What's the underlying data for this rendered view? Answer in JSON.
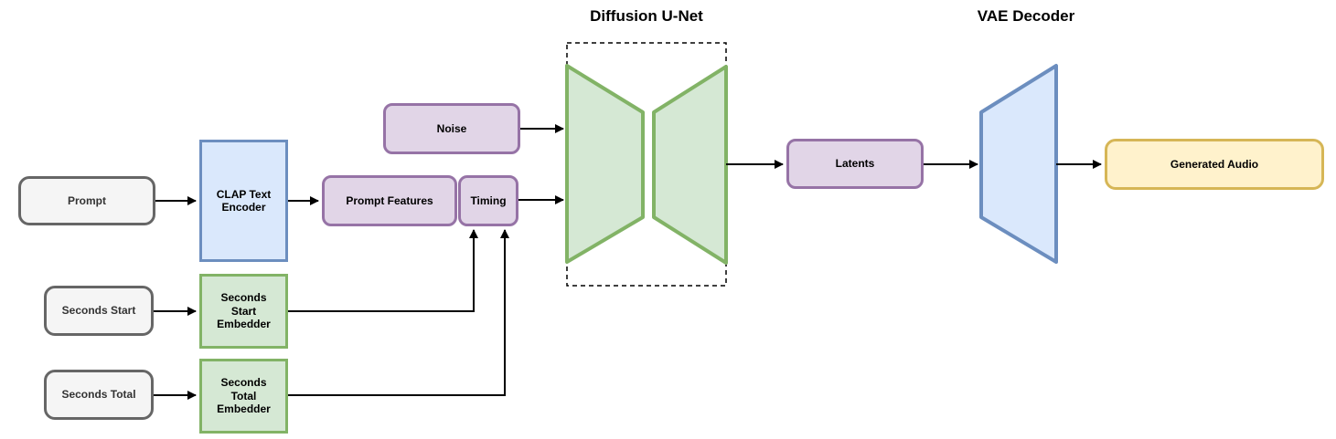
{
  "diagram": {
    "titles": {
      "unet": "Diffusion U-Net",
      "vae": "VAE Decoder"
    },
    "nodes": {
      "prompt": "Prompt",
      "clap": "CLAP Text\nEncoder",
      "noise": "Noise",
      "prompt_features": "Prompt Features",
      "timing": "Timing",
      "latents": "Latents",
      "generated_audio": "Generated Audio",
      "seconds_start": "Seconds Start",
      "seconds_start_embedder": "Seconds\nStart\nEmbedder",
      "seconds_total": "Seconds Total",
      "seconds_total_embedder": "Seconds\nTotal\nEmbedder"
    },
    "edges": [
      {
        "from": "Prompt",
        "to": "CLAP Text Encoder"
      },
      {
        "from": "CLAP Text Encoder",
        "to": "Prompt Features"
      },
      {
        "from": "Noise",
        "to": "Diffusion U-Net"
      },
      {
        "from": "Timing",
        "to": "Diffusion U-Net"
      },
      {
        "from": "Diffusion U-Net",
        "to": "Latents"
      },
      {
        "from": "Latents",
        "to": "VAE Decoder"
      },
      {
        "from": "VAE Decoder",
        "to": "Generated Audio"
      },
      {
        "from": "Seconds Start",
        "to": "Seconds Start Embedder"
      },
      {
        "from": "Seconds Start Embedder",
        "to": "Timing"
      },
      {
        "from": "Seconds Total",
        "to": "Seconds Total Embedder"
      },
      {
        "from": "Seconds Total Embedder",
        "to": "Timing"
      }
    ],
    "palette": {
      "gray_fill": "#F5F5F5",
      "gray_stroke": "#666666",
      "blue_fill": "#DAE8FC",
      "blue_stroke": "#6C8EBF",
      "purple_fill": "#E1D5E7",
      "purple_stroke": "#9673A6",
      "green_fill": "#D5E8D4",
      "green_stroke": "#82B366",
      "yellow_fill": "#FFF2CC",
      "yellow_stroke": "#D6B656",
      "arrow_color": "#000000",
      "background": "#FFFFFF"
    }
  }
}
